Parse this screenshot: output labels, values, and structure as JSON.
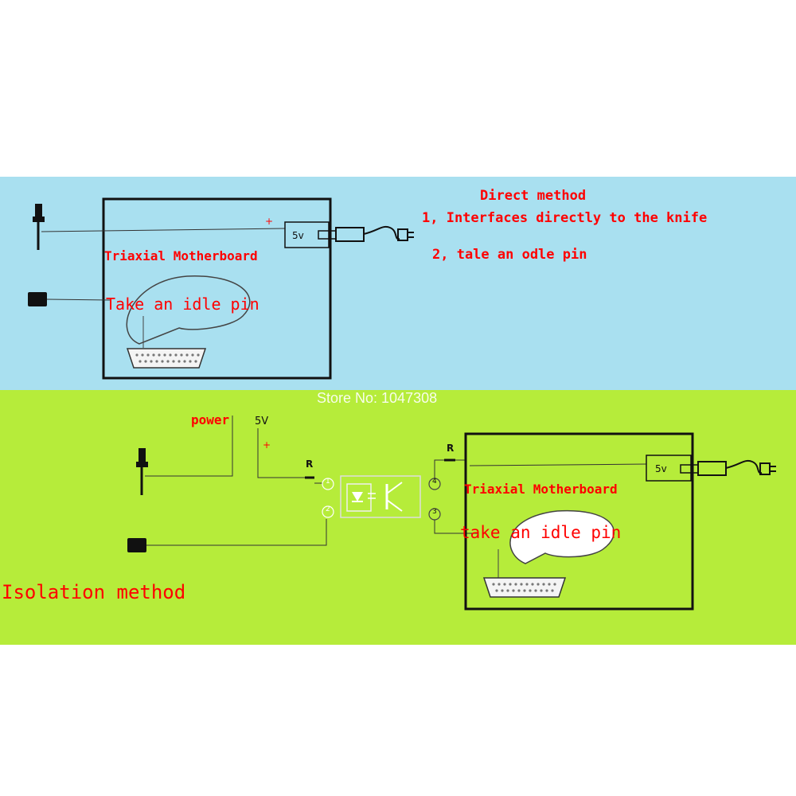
{
  "colors": {
    "top_bg": "#a9e0f0",
    "bottom_bg": "#b6ec3a",
    "label_red": "#ff0000",
    "line": "#222222"
  },
  "direct": {
    "title": "Direct method",
    "item1": "1, Interfaces directly to the knife",
    "item2": "2, tale an odle pin",
    "board_label": "Triaxial Motherboard",
    "bubble_label": "Take an idle pin",
    "plus_sign": "+",
    "supply_label": "5v"
  },
  "watermark": "Store No: 1047308",
  "isolation": {
    "title": "Isolation method",
    "power_label": "power",
    "voltage_label": "5V",
    "plus_sign": "+",
    "resistor_left": "R",
    "resistor_right": "R",
    "pin1": "1",
    "pin2": "2",
    "pin3": "3",
    "pin4": "4",
    "board_label": "Triaxial Motherboard",
    "bubble_label": "take an idle pin",
    "supply_label": "5v"
  },
  "icons": {
    "knife": "knife-tool-icon",
    "sensor": "sensor-block-icon",
    "plug": "power-plug-icon",
    "port": "db25-port-icon",
    "optocoupler": "optocoupler-icon"
  }
}
